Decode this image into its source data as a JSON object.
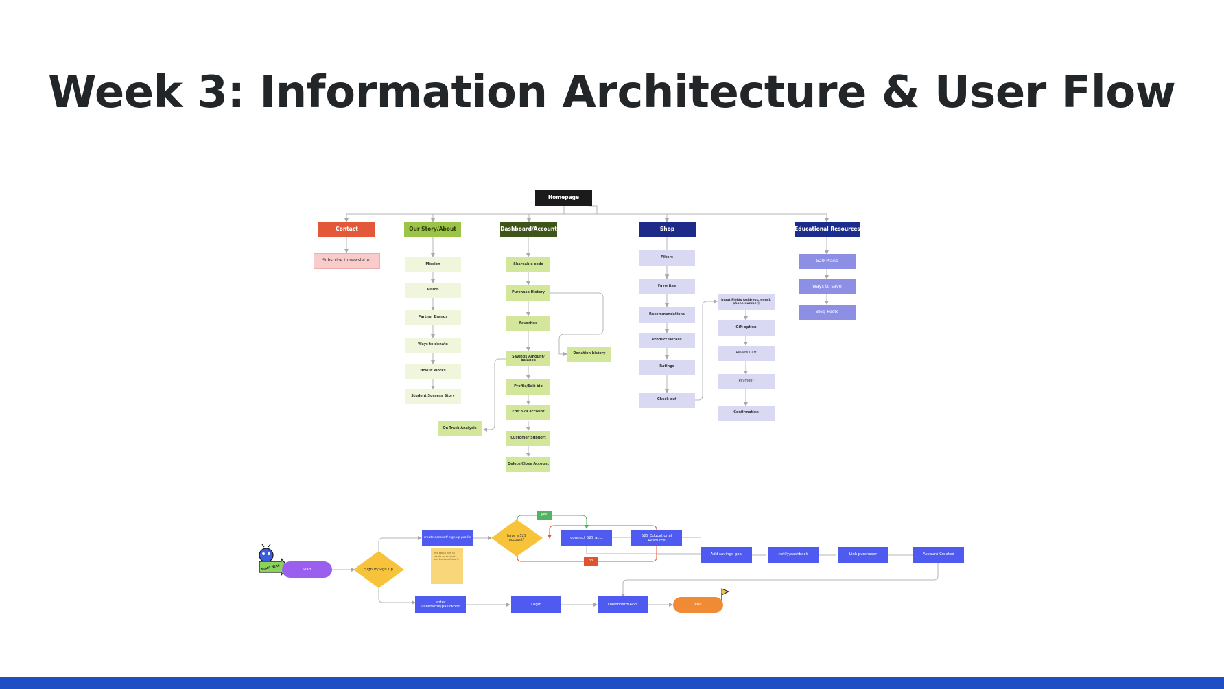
{
  "slide": {
    "title": "Week 3: Information Architecture & User Flow"
  },
  "colors": {
    "contact": "#e4583a",
    "contact_sub": "#f9cbcb",
    "story": "#9cc448",
    "story_sub": "#eff6dc",
    "dashboard": "#3f5418",
    "dashboard_sub": "#d3e79a",
    "shop": "#1e2a87",
    "shop_sub": "#dad9f4",
    "edu": "#1b2c8c",
    "edu_sub": "#8d8fe5",
    "flow_node": "#4f5bf0",
    "decision": "#f6c33b",
    "start": "#9b5ff0",
    "end": "#f08a34",
    "yes": "#52b364",
    "no": "#e0532e",
    "bottom_bar": "#1f4fc4"
  },
  "sitemap": {
    "homepage": "Homepage",
    "contact": {
      "label": "Contact",
      "items": [
        "Subscribe to newsletter"
      ]
    },
    "our_story": {
      "label": "Our Story/About",
      "items": [
        "Mission",
        "Vision",
        "Partner Brands",
        "Ways to donate",
        "How it Works",
        "Student Success Story"
      ]
    },
    "dashboard": {
      "label": "Dashboard/Account",
      "items": [
        "Shareable code",
        "Purchase History",
        "Favorites",
        "Savings Amount/ balance",
        "Profile/Edit bio",
        "Edit 529 account",
        "Customer Support",
        "Delete/Close Account"
      ],
      "side_items": [
        "Donation history",
        "On-Track Analysis"
      ]
    },
    "shop": {
      "label": "Shop",
      "items": [
        "Filters",
        "Favorites",
        "Recommendations",
        "Product Details",
        "Ratings",
        "Check-out"
      ],
      "checkout_items": [
        "Input Fields (address, email, phone number)",
        "Gift option",
        "Review Cart",
        "Payment",
        "Confirmation"
      ]
    },
    "educational": {
      "label": "Educational Resources",
      "items": [
        "529 Plans",
        "ways to save",
        "Blog Posts"
      ]
    }
  },
  "userflow": {
    "start_sticker": "START HERE",
    "start": "Start",
    "signin_decision": "Sign In/Sign Up",
    "create_account": "create account/ sign up profile",
    "note": "Info about how to create an account and the benefits of it",
    "decision_529": "have a 529 account?",
    "yes": "yes",
    "no": "no",
    "connect_529": "connect 529 acct",
    "edu_resource": "529 Educational Resource",
    "add_savings": "Add savings goal",
    "notify_cashback": "notify/cashback",
    "link_purchase": "Link purchaser",
    "account_created": "Account Created",
    "enter_credentials": "enter username/password",
    "login": "Login",
    "dashboard": "Dashboard/Acct",
    "end": "end"
  }
}
